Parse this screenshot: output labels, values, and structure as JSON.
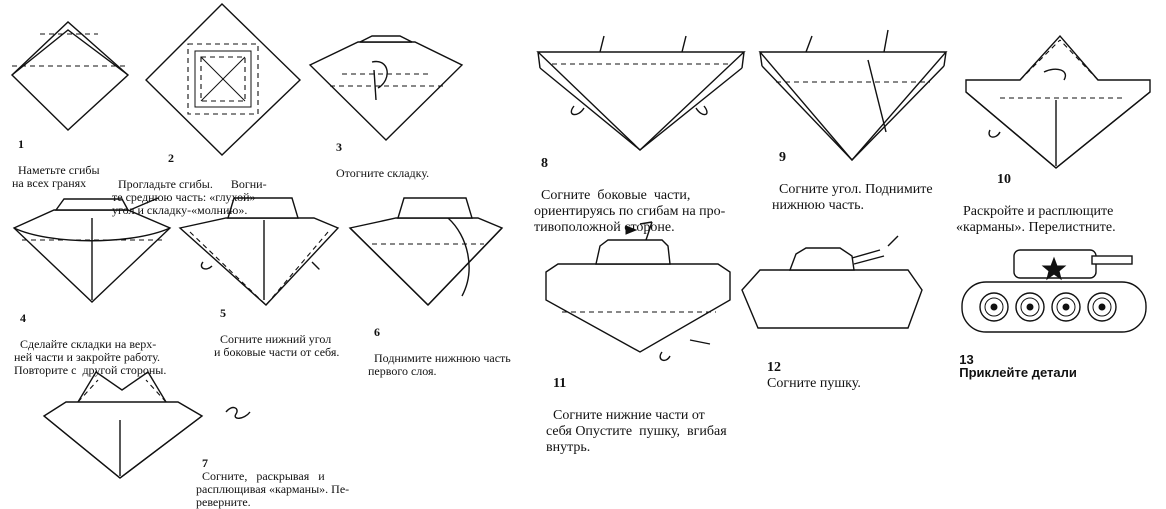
{
  "steps": [
    {
      "number": "1",
      "text": "Наметьте сгибы\nна всех гранях"
    },
    {
      "number": "2",
      "text": "Прогладьте сгибы.      Вогни-\nте среднюю часть: «глухой»\nугол и складку-«молнию»."
    },
    {
      "number": "3",
      "text": "Отогните складку."
    },
    {
      "number": "4",
      "text": "Сделайте складки на верх-\nней части и закройте работу.\nПовторите с  другой стороны."
    },
    {
      "number": "5",
      "text": "Согните нижний угол\nи боковые части от себя."
    },
    {
      "number": "6",
      "text": "Поднимите нижнюю часть\nпервого слоя."
    },
    {
      "number": "7",
      "text": "Согните,   раскрывая   и\nрасплющивая «карманы». Пе-\nреверните."
    },
    {
      "number": "8",
      "text": "Согните  боковые  части,\nориентируясь по сгибам на про-\nтивоположной стороне."
    },
    {
      "number": "9",
      "text": "Согните угол. Поднимите\nнижнюю часть."
    },
    {
      "number": "10",
      "text": "Раскройте и расплющите\n«карманы». Перелистните."
    },
    {
      "number": "11",
      "text": "Согните нижние части от\nсебя Опустите  пушку,  вгибая\nвнутрь."
    },
    {
      "number": "12",
      "text": "Согните пушку."
    },
    {
      "number": "13",
      "text": "Приклейте детали"
    }
  ]
}
